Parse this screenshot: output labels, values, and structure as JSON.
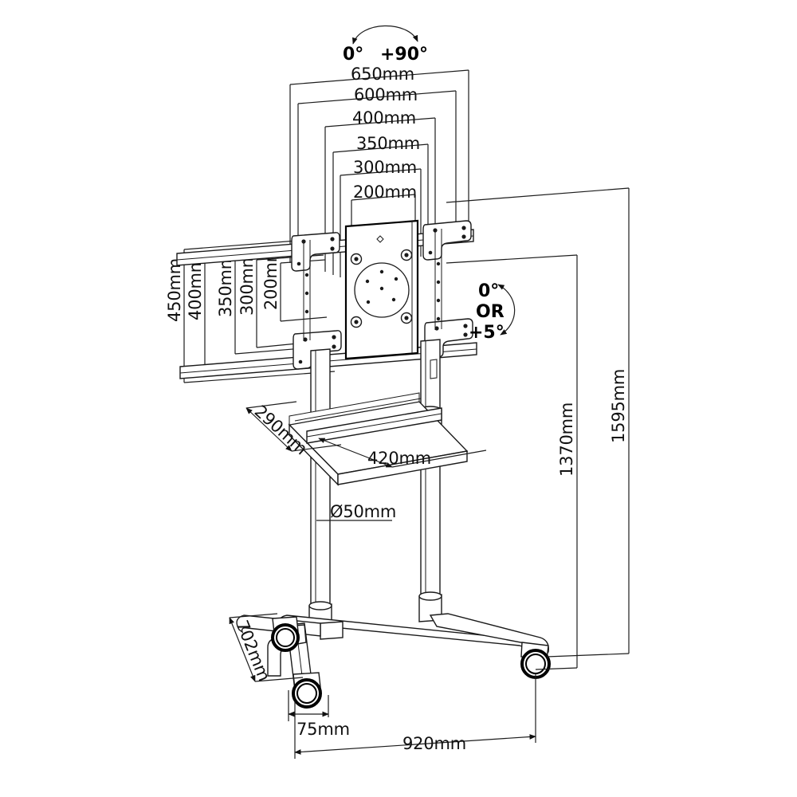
{
  "drawing": {
    "title": "Mobile TV Cart Technical Dimension Drawing",
    "units": "mm",
    "line_color": "#1a1a1a",
    "background_color": "#ffffff"
  },
  "angles": {
    "rotation": {
      "from_label": "0°",
      "to_label": "+90°",
      "name": "screen-rotation-range"
    },
    "tilt": {
      "line1": "0°",
      "line2": "OR",
      "line3": "+5°",
      "name": "screen-tilt-range"
    }
  },
  "vesa_horizontal": [
    {
      "label": "650mm",
      "value": 650
    },
    {
      "label": "600mm",
      "value": 600
    },
    {
      "label": "400mm",
      "value": 400
    },
    {
      "label": "350mm",
      "value": 350
    },
    {
      "label": "300mm",
      "value": 300
    },
    {
      "label": "200mm",
      "value": 200
    }
  ],
  "vesa_vertical": [
    {
      "label": "450mm",
      "value": 450
    },
    {
      "label": "400mm",
      "value": 400
    },
    {
      "label": "350mm",
      "value": 350
    },
    {
      "label": "300mm",
      "value": 300
    },
    {
      "label": "200mm",
      "value": 200
    }
  ],
  "shelf": {
    "depth_label": "290mm",
    "width_label": "420mm"
  },
  "column": {
    "diameter_label": "Ø50mm"
  },
  "heights": {
    "shelf_to_top_label": "1370mm",
    "overall_label": "1595mm"
  },
  "base": {
    "depth_label": "702mm",
    "caster_offset_label": "75mm",
    "width_label": "920mm"
  }
}
